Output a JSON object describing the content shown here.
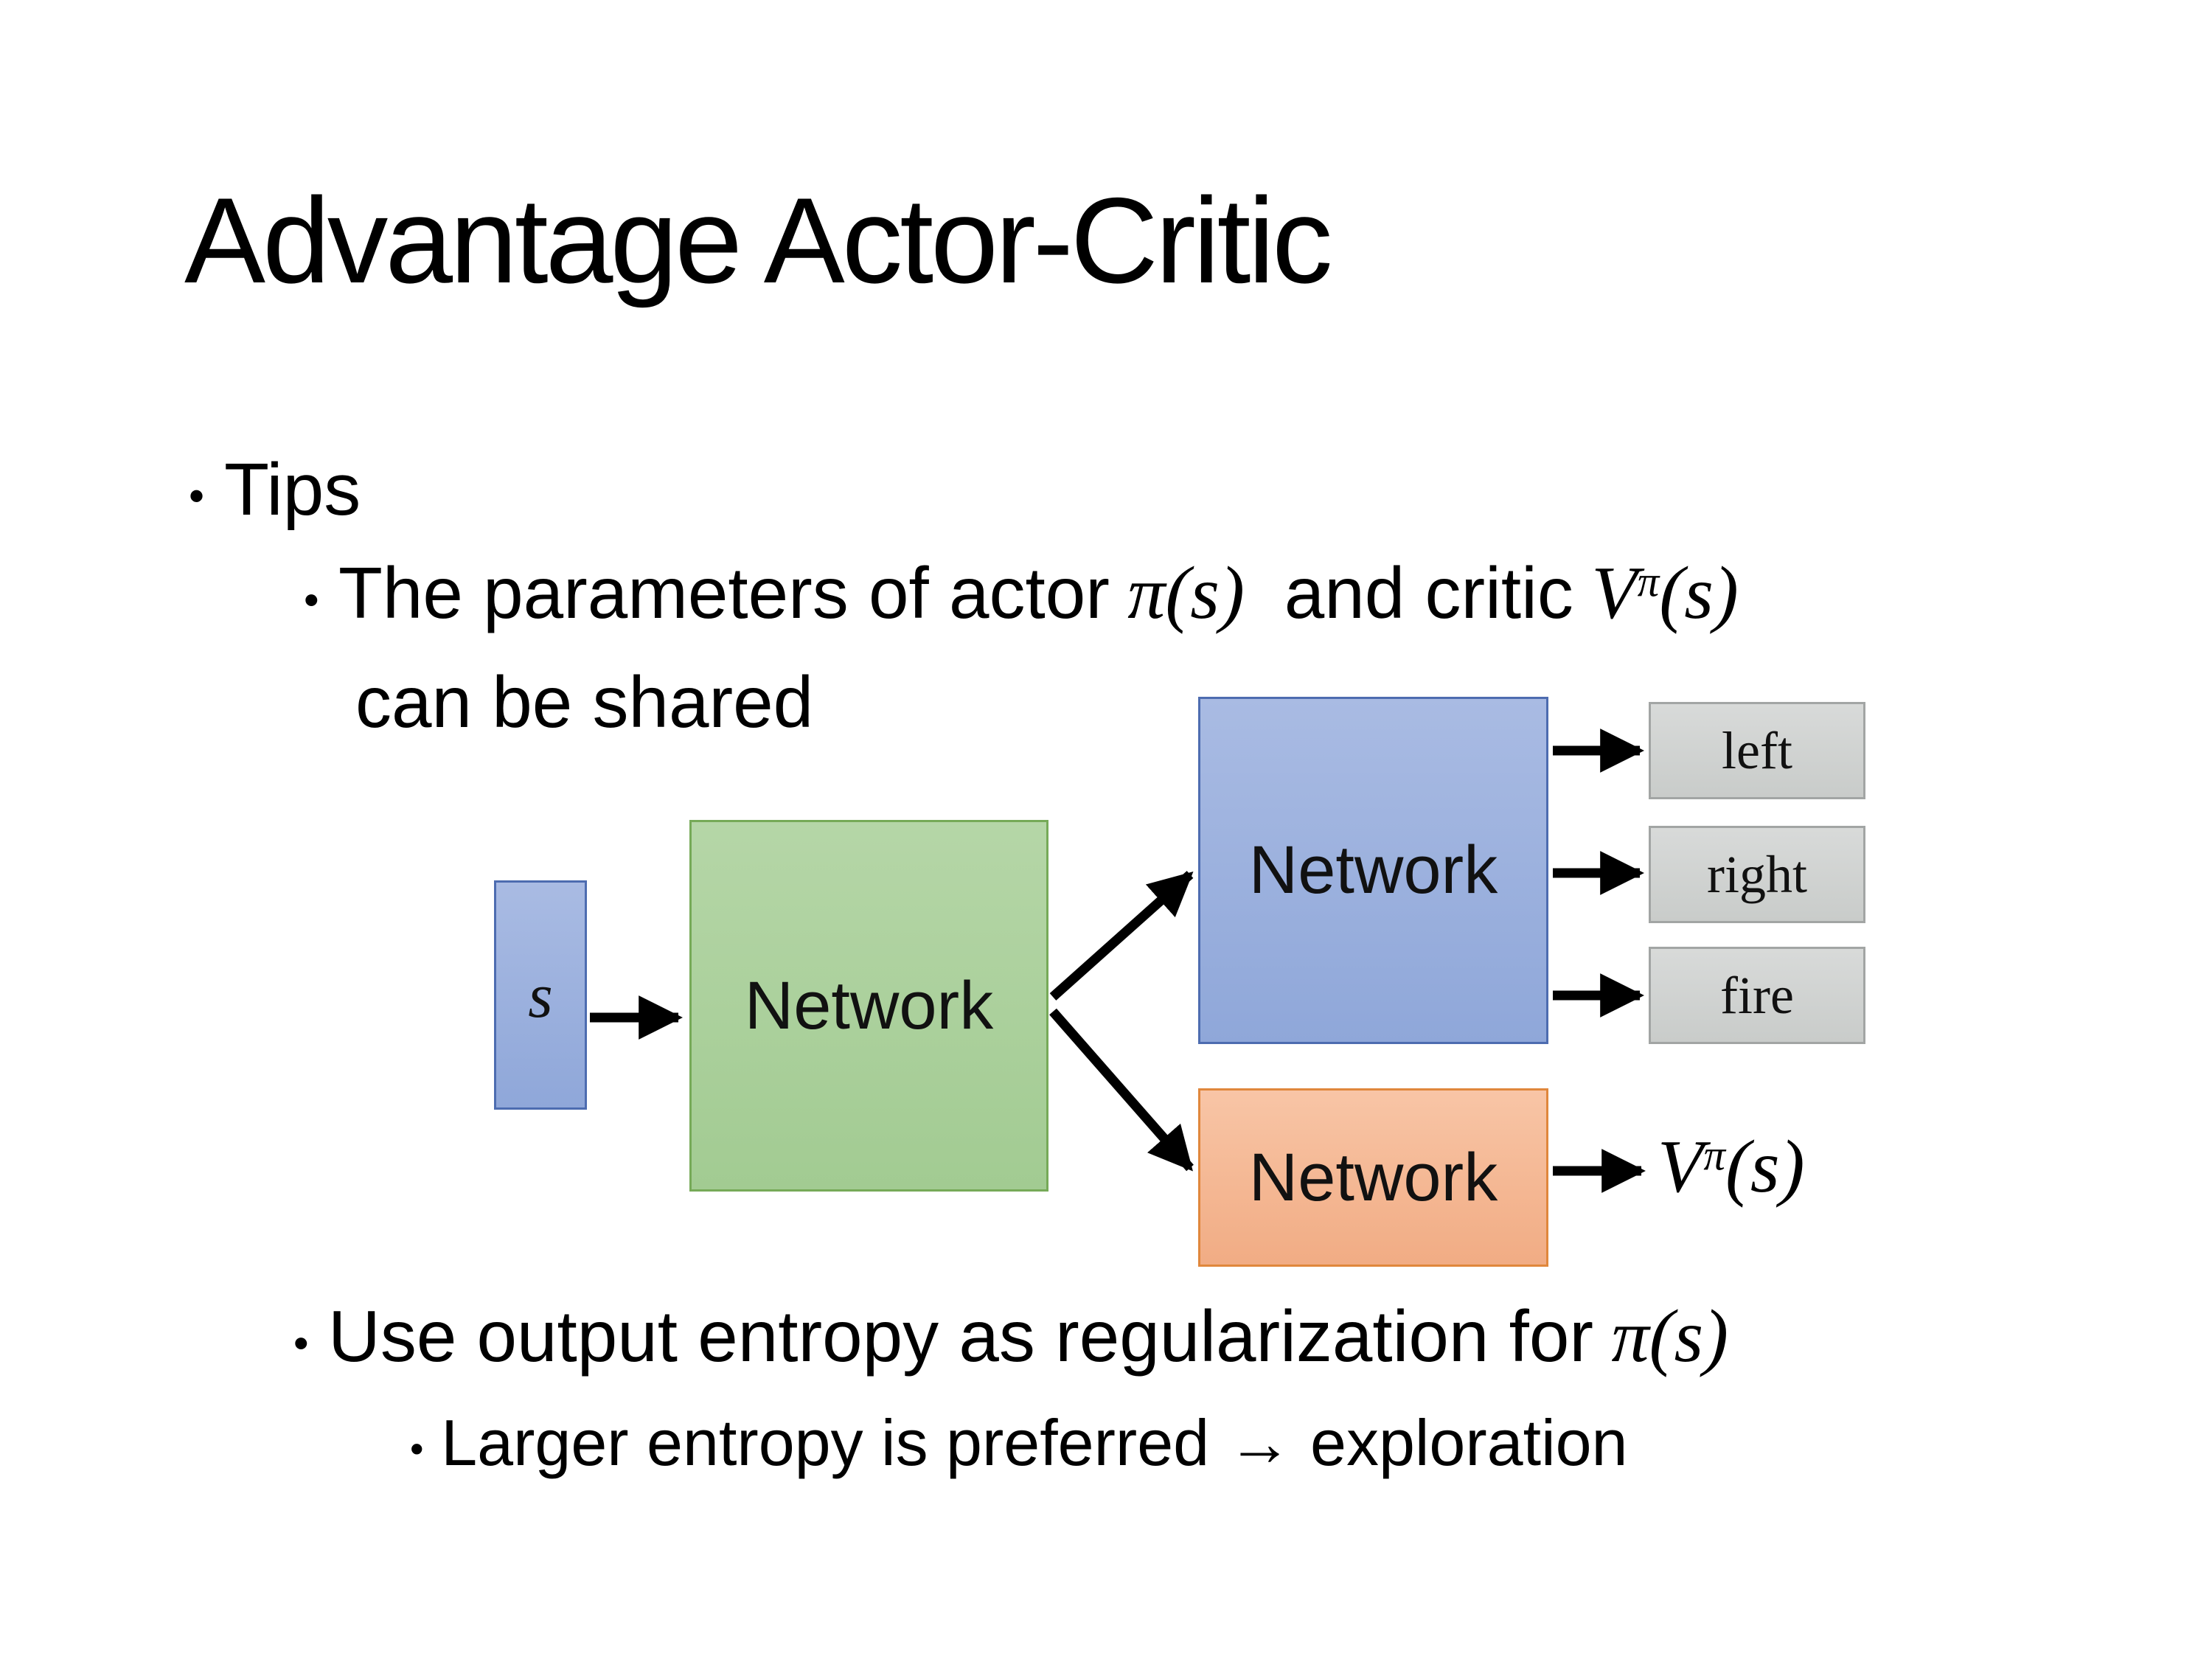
{
  "slide": {
    "title": "Advantage Actor-Critic"
  },
  "bullets": {
    "tips": "Tips",
    "b1_pre": "The parameters of actor",
    "b1_math1": "π(s)",
    "b1_mid": "and critic",
    "b1_value_base": "V",
    "b1_value_sup": "π",
    "b1_value_args": "(s)",
    "b1_line2": "can be shared",
    "b2_pre": "Use output entropy as regularization for",
    "b2_math": "π(s)",
    "b3": "Larger entropy is preferred → exploration"
  },
  "diagram": {
    "state_label": "s",
    "shared_network_label": "Network",
    "actor_network_label": "Network",
    "critic_network_label": "Network",
    "actions": [
      "left",
      "right",
      "fire"
    ],
    "value_base": "V",
    "value_sup": "π",
    "value_args": "(s)"
  },
  "colors": {
    "state_fill_top": "#a9bbe3",
    "state_fill_bottom": "#8fa7d9",
    "state_border": "#4d6cb0",
    "shared_fill_top": "#b5d6a7",
    "shared_fill_bottom": "#a2cb92",
    "shared_border": "#76aa58",
    "actor_fill_top": "#a9bbe3",
    "actor_fill_bottom": "#8fa7d9",
    "actor_border": "#4d6cb0",
    "critic_fill_top": "#f8c5a6",
    "critic_fill_bottom": "#f1ac84",
    "critic_border": "#e0873c",
    "action_fill_top": "#d8dad9",
    "action_fill_bottom": "#c9ccca",
    "action_border": "#a2a5a4",
    "arrow": "#000000"
  }
}
